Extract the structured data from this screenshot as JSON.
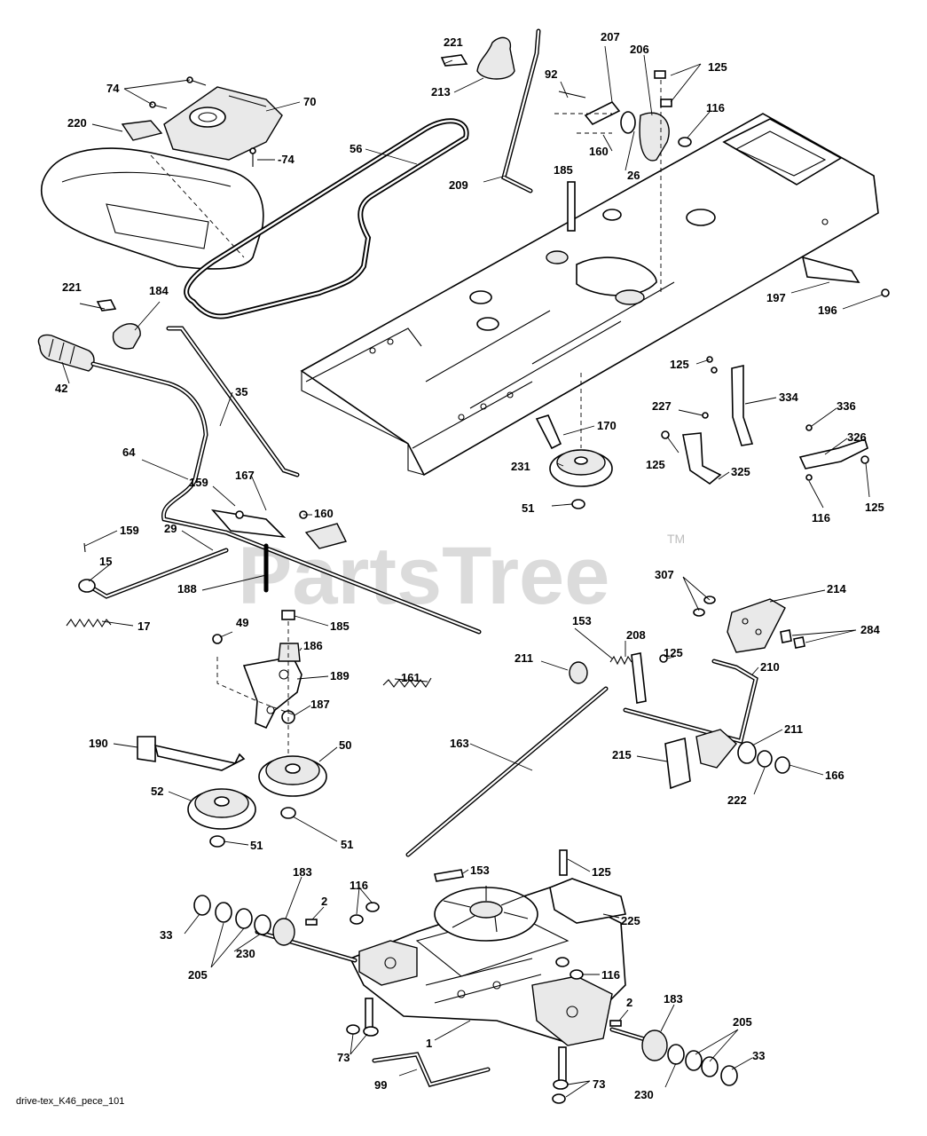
{
  "watermark": {
    "text": "PartsTree",
    "trademark": "TM"
  },
  "caption": "drive-tex_K46_pece_101",
  "callouts": [
    {
      "id": "c-74a",
      "text": "74"
    },
    {
      "id": "c-70",
      "text": "70"
    },
    {
      "id": "c-220",
      "text": "220"
    },
    {
      "id": "c-74b",
      "text": "-74"
    },
    {
      "id": "c-56",
      "text": "56"
    },
    {
      "id": "c-221a",
      "text": "221"
    },
    {
      "id": "c-213",
      "text": "213"
    },
    {
      "id": "c-207",
      "text": "207"
    },
    {
      "id": "c-92",
      "text": "92"
    },
    {
      "id": "c-206",
      "text": "206"
    },
    {
      "id": "c-125a",
      "text": "125"
    },
    {
      "id": "c-116a",
      "text": "116"
    },
    {
      "id": "c-160a",
      "text": "160"
    },
    {
      "id": "c-26",
      "text": "26"
    },
    {
      "id": "c-185a",
      "text": "185"
    },
    {
      "id": "c-209",
      "text": "209"
    },
    {
      "id": "c-197",
      "text": "197"
    },
    {
      "id": "c-196",
      "text": "196"
    },
    {
      "id": "c-221b",
      "text": "221"
    },
    {
      "id": "c-184",
      "text": "184"
    },
    {
      "id": "c-42",
      "text": "42"
    },
    {
      "id": "c-35",
      "text": "35"
    },
    {
      "id": "c-64",
      "text": "64"
    },
    {
      "id": "c-159a",
      "text": "159"
    },
    {
      "id": "c-167",
      "text": "167"
    },
    {
      "id": "c-160b",
      "text": "160"
    },
    {
      "id": "c-159b",
      "text": "159"
    },
    {
      "id": "c-29",
      "text": "29"
    },
    {
      "id": "c-15",
      "text": "15"
    },
    {
      "id": "c-188",
      "text": "188"
    },
    {
      "id": "c-17",
      "text": "17"
    },
    {
      "id": "c-125b",
      "text": "125"
    },
    {
      "id": "c-334",
      "text": "334"
    },
    {
      "id": "c-227",
      "text": "227"
    },
    {
      "id": "c-336",
      "text": "336"
    },
    {
      "id": "c-170",
      "text": "170"
    },
    {
      "id": "c-326",
      "text": "326"
    },
    {
      "id": "c-231",
      "text": "231"
    },
    {
      "id": "c-125c",
      "text": "125"
    },
    {
      "id": "c-325",
      "text": "325"
    },
    {
      "id": "c-51a",
      "text": "51"
    },
    {
      "id": "c-116b",
      "text": "116"
    },
    {
      "id": "c-125d",
      "text": "125"
    },
    {
      "id": "c-307",
      "text": "307"
    },
    {
      "id": "c-214",
      "text": "214"
    },
    {
      "id": "c-284",
      "text": "284"
    },
    {
      "id": "c-49",
      "text": "49"
    },
    {
      "id": "c-185b",
      "text": "185"
    },
    {
      "id": "c-186",
      "text": "186"
    },
    {
      "id": "c-189",
      "text": "189"
    },
    {
      "id": "c-161",
      "text": "161"
    },
    {
      "id": "c-187",
      "text": "187"
    },
    {
      "id": "c-153a",
      "text": "153"
    },
    {
      "id": "c-208",
      "text": "208"
    },
    {
      "id": "c-211a",
      "text": "211"
    },
    {
      "id": "c-125e",
      "text": "125"
    },
    {
      "id": "c-210",
      "text": "210"
    },
    {
      "id": "c-190",
      "text": "190"
    },
    {
      "id": "c-50",
      "text": "50"
    },
    {
      "id": "c-163",
      "text": "163"
    },
    {
      "id": "c-215",
      "text": "215"
    },
    {
      "id": "c-211b",
      "text": "211"
    },
    {
      "id": "c-222",
      "text": "222"
    },
    {
      "id": "c-166",
      "text": "166"
    },
    {
      "id": "c-52",
      "text": "52"
    },
    {
      "id": "c-51b",
      "text": "51"
    },
    {
      "id": "c-51c",
      "text": "51"
    },
    {
      "id": "c-183a",
      "text": "183"
    },
    {
      "id": "c-153b",
      "text": "153"
    },
    {
      "id": "c-125f",
      "text": "125"
    },
    {
      "id": "c-116c",
      "text": "116"
    },
    {
      "id": "c-2a",
      "text": "2"
    },
    {
      "id": "c-33a",
      "text": "33"
    },
    {
      "id": "c-205a",
      "text": "205"
    },
    {
      "id": "c-230a",
      "text": "230"
    },
    {
      "id": "c-225",
      "text": "225"
    },
    {
      "id": "c-116d",
      "text": "116"
    },
    {
      "id": "c-2b",
      "text": "2"
    },
    {
      "id": "c-183b",
      "text": "183"
    },
    {
      "id": "c-1",
      "text": "1"
    },
    {
      "id": "c-73a",
      "text": "73"
    },
    {
      "id": "c-205b",
      "text": "205"
    },
    {
      "id": "c-33b",
      "text": "33"
    },
    {
      "id": "c-99",
      "text": "99"
    },
    {
      "id": "c-73b",
      "text": "73"
    },
    {
      "id": "c-230b",
      "text": "230"
    }
  ]
}
